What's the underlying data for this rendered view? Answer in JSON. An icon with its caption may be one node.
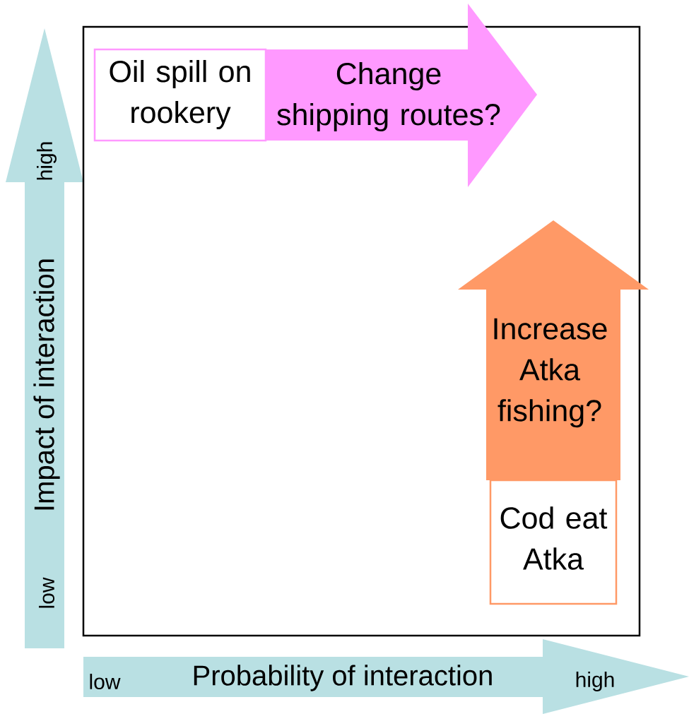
{
  "diagram": {
    "nodes": [
      {
        "text": [
          "Oil spill on rookery"
        ]
      },
      {
        "text": [
          "Change shipping routes?"
        ]
      },
      {
        "text": [
          "Increase Atka fishing?"
        ]
      },
      {
        "text": [
          "Cod eat Atka"
        ]
      }
    ],
    "labels": [
      "high",
      "Impact of interaction",
      "low",
      "low",
      "Probability of interaction",
      "high"
    ]
  }
}
